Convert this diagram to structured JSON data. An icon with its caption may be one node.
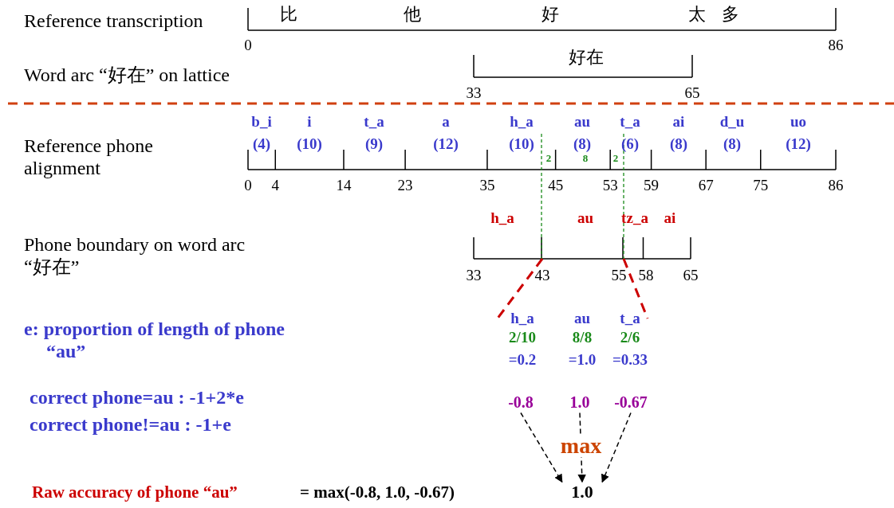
{
  "diagram": {
    "nodes": [
      {
        "text": [
          "-0.8"
        ]
      },
      {
        "text": [
          "1.0"
        ]
      },
      {
        "text": [
          "-0.67"
        ]
      },
      {
        "text": [
          "1.0"
        ]
      }
    ],
    "edges": [
      {
        "from": 0,
        "to": 3,
        "arrow": "to",
        "style": "dashed"
      },
      {
        "from": 1,
        "to": 3,
        "arrow": "to",
        "style": "dashed",
        "label": "max"
      },
      {
        "from": 2,
        "to": 3,
        "arrow": "to",
        "style": "dashed"
      }
    ],
    "labels": [
      "Reference transcription",
      "比",
      "他",
      "好",
      "太多",
      "0",
      "86",
      "Word arc “好在” on lattice",
      "好在",
      "33",
      "65",
      "Reference phone alignment",
      "b_i",
      "(4)",
      "i",
      "(10)",
      "t_a",
      "(9)",
      "a",
      "(12)",
      "h_a",
      "(10)",
      "au",
      "(8)",
      "t_a",
      "(6)",
      "ai",
      "(8)",
      "d_u",
      "(8)",
      "uo",
      "(12)",
      "2",
      "8",
      "2",
      "0",
      "4",
      "14",
      "23",
      "35",
      "45",
      "53",
      "59",
      "67",
      "75",
      "86",
      "h_a",
      "au",
      "tz_a",
      "ai",
      "Phone boundary on word arc “好在”",
      "33",
      "43",
      "55",
      "58",
      "65",
      "e: proportion of length of phone “au”",
      "h_a",
      "au",
      "t_a",
      "2/10",
      "8/8",
      "2/6",
      "=0.2",
      "=1.0",
      "=0.33",
      "correct phone=au : -1+2*e",
      "correct phone!=au : -1+e",
      "Raw accuracy of phone “au”",
      "= max(-0.8, 1.0, -0.67)"
    ]
  }
}
